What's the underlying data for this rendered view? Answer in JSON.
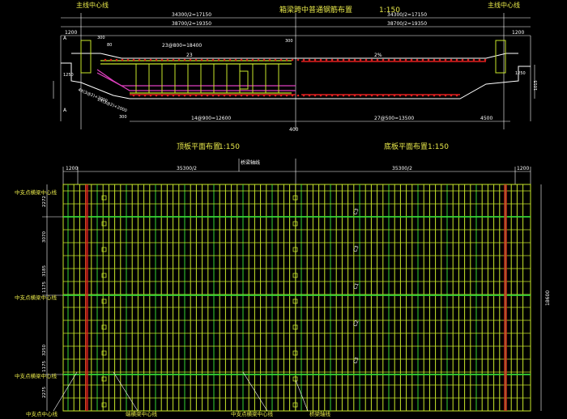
{
  "colors": {
    "background": "#000000",
    "dimension": "#ffffff",
    "bar": "#c8e62a",
    "bar_green": "#35d435",
    "title": "#e8e84a",
    "red": "#e02020",
    "magenta": "#e040c0",
    "cyan": "#4ad8e8"
  },
  "section": {
    "title": "箱梁跨中普通钢筋布置",
    "scale": "1:150",
    "left_axis": "主线中心线",
    "right_axis": "主线中心线",
    "dims_top": [
      "34300/2=17150",
      "34300/2=17150"
    ],
    "dims_second": [
      "38700/2=19350",
      "38700/2=19350"
    ],
    "dims_edge": [
      "1200",
      "1200"
    ],
    "dim_inner": "23@800=18400",
    "dim_inner_b": "23",
    "dim_left_small": [
      "300",
      "80"
    ],
    "dim_center": "300",
    "slope_left": "2%",
    "slope_right": "2%",
    "dim_left_vert": "1250",
    "dim_right_vert": [
      "1250",
      "1015"
    ],
    "dim_diag_left": [
      "4X(3@2)+2000",
      "2X(3@2)+2000"
    ],
    "dim_bottom_left_small": "300",
    "dim_bottom_mid": "14@900=12600",
    "dim_bottom_right": "27@500=13500",
    "dim_bottom_edge": "4500",
    "dim_center_bottom": "400",
    "section_marks": [
      "A",
      "A"
    ]
  },
  "plan_left": {
    "title": "顶板平面布置",
    "scale": "1:150"
  },
  "plan_right": {
    "title": "底板平面布置",
    "scale": "1:150"
  },
  "plan": {
    "center_label": "桥梁轴线",
    "dims_top": [
      "1200",
      "35300/2",
      "35300/2",
      "1200"
    ],
    "left_row_labels": [
      "中支点横梁中心线",
      "中支点横梁中心线",
      "中支点横梁中心线"
    ],
    "left_dims": [
      "2272",
      "3070",
      "3185",
      "1175",
      "3250",
      "1175",
      "2275"
    ],
    "right_dim": "18600",
    "circle_labels": [
      "C3",
      "C3",
      "C1",
      "C2",
      "C3"
    ],
    "bottom_labels": [
      "中支点中心线",
      "端横梁中心线",
      "中支点横梁中心线",
      "桥梁轴线"
    ]
  }
}
